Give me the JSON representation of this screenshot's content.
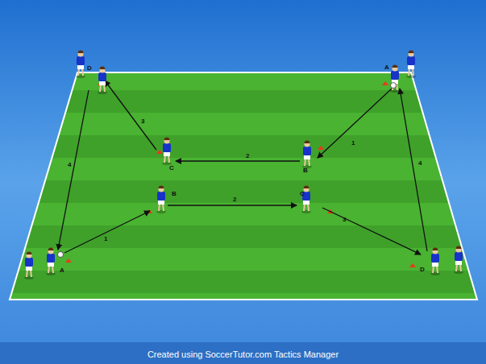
{
  "diagram": {
    "caption": "Created using SoccerTutor.com Tactics Manager",
    "labels": [
      "D",
      "A",
      "C",
      "B",
      "B",
      "C",
      "A",
      "D",
      "3",
      "2",
      "1",
      "4",
      "4",
      "2",
      "1",
      "3"
    ]
  }
}
